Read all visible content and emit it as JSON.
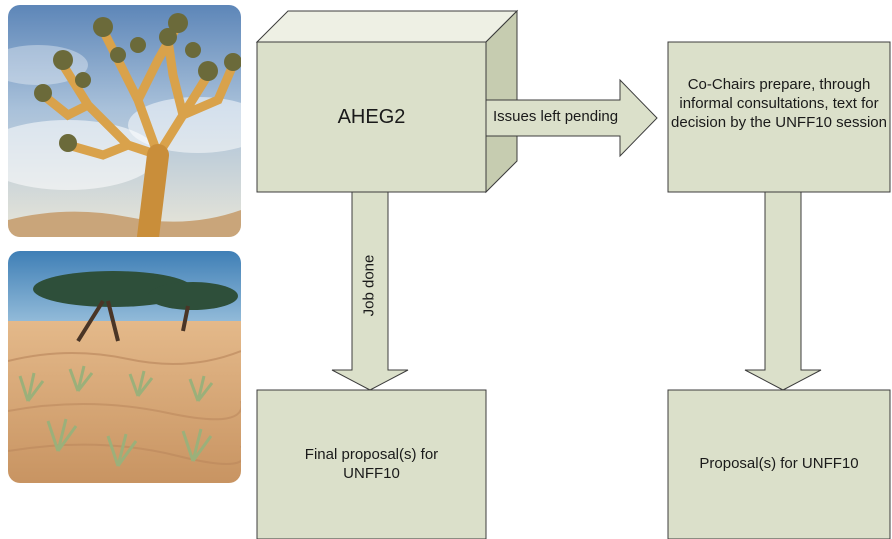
{
  "diagram": {
    "nodes": {
      "aheg2": {
        "label": "AHEG2"
      },
      "cochairs": {
        "label": "Co-Chairs prepare, through informal consultations, text for decision by the UNFF10 session"
      },
      "final_proposal": {
        "label": "Final proposal(s) for UNFF10"
      },
      "proposal": {
        "label": "Proposal(s) for UNFF10"
      }
    },
    "edges": {
      "issues_pending": {
        "label": "Issues left pending",
        "from": "aheg2",
        "to": "cochairs"
      },
      "job_done": {
        "label": "Job done",
        "from": "aheg2",
        "to": "final_proposal"
      },
      "cochairs_to_proposal": {
        "label": "",
        "from": "cochairs",
        "to": "proposal"
      }
    }
  },
  "colors": {
    "box_fill": "#dbe0ca",
    "box_top": "#eef0e4",
    "box_side": "#c6ccb0",
    "stroke": "#3c3c3c"
  },
  "photos": [
    {
      "subject": "quiver tree against cloudy sky"
    },
    {
      "subject": "acacia tree over desert dunes with grass tufts"
    }
  ]
}
